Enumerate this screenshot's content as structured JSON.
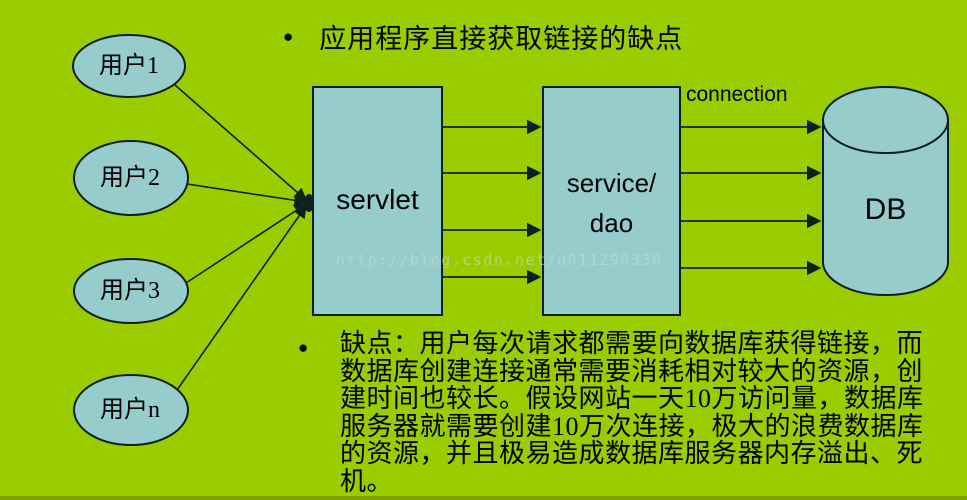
{
  "title": {
    "bullet": "●",
    "text": "应用程序直接获取链接的缺点"
  },
  "users": [
    {
      "label": "用户1"
    },
    {
      "label": "用户2"
    },
    {
      "label": "用户3"
    },
    {
      "label": "用户n"
    }
  ],
  "nodes": {
    "servlet": "servlet",
    "service_line1": "service/",
    "service_line2": "dao",
    "db": "DB"
  },
  "connection_label": "connection",
  "watermark": "http://blog.csdn.net/u011290330",
  "note": {
    "bullet": "●",
    "lines": [
      "缺点：用户每次请求都需要向数据库获得链接，而",
      "数据库创建连接通常需要消耗相对较大的资源，创",
      "建时间也较长。假设网站一天10万访问量，数据库",
      "服务器就需要创建10万次连接，极大的浪费数据库",
      "的资源，并且极易造成数据库服务器内存溢出、死",
      "机。"
    ]
  },
  "colors": {
    "background": "#9acc00",
    "shape_fill": "#96cccc",
    "shape_stroke": "#111f1f",
    "text_color": "#000000",
    "watermark_color": "#c2dfe2",
    "bottom_bar": "#7da300"
  }
}
